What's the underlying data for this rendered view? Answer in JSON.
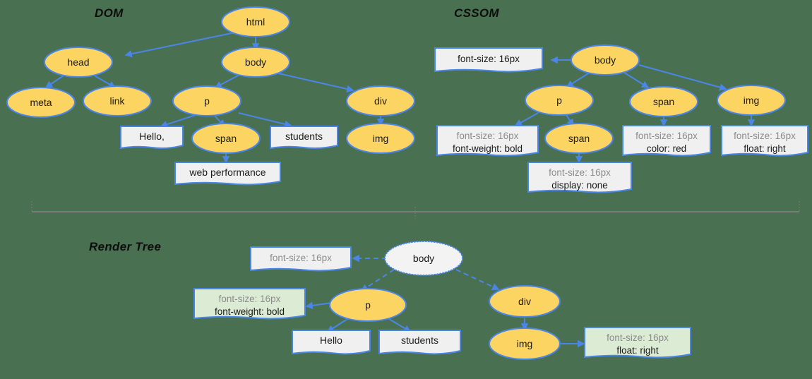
{
  "page": {
    "background_color": "#4a7052",
    "accent_blue": "#4a86e8",
    "node_yellow": "#fcd462",
    "box_gray": "#f0f0f0",
    "box_green": "#dcebd4",
    "inherited_text_color": "#8c8c8c",
    "own_text_color": "#1a1a1a",
    "divider_color": "#7b7b7b"
  },
  "sections": {
    "dom": {
      "title": "DOM",
      "nodes": [
        {
          "id": "html",
          "label": "html"
        },
        {
          "id": "head",
          "label": "head"
        },
        {
          "id": "body",
          "label": "body"
        },
        {
          "id": "meta",
          "label": "meta"
        },
        {
          "id": "link",
          "label": "link"
        },
        {
          "id": "p",
          "label": "p"
        },
        {
          "id": "div",
          "label": "div"
        },
        {
          "id": "span",
          "label": "span"
        },
        {
          "id": "img",
          "label": "img"
        }
      ],
      "text_boxes": [
        {
          "id": "hello",
          "label": "Hello,"
        },
        {
          "id": "students",
          "label": "students"
        },
        {
          "id": "webperf",
          "label": "web performance"
        }
      ],
      "edges": [
        [
          "html",
          "head"
        ],
        [
          "html",
          "body"
        ],
        [
          "head",
          "meta"
        ],
        [
          "head",
          "link"
        ],
        [
          "body",
          "p"
        ],
        [
          "body",
          "div"
        ],
        [
          "p",
          "hello"
        ],
        [
          "p",
          "span"
        ],
        [
          "p",
          "students"
        ],
        [
          "span",
          "webperf"
        ],
        [
          "div",
          "img"
        ]
      ]
    },
    "cssom": {
      "title": "CSSOM",
      "nodes": [
        {
          "id": "body",
          "label": "body"
        },
        {
          "id": "p",
          "label": "p"
        },
        {
          "id": "span1",
          "label": "span"
        },
        {
          "id": "img",
          "label": "img"
        },
        {
          "id": "span2",
          "label": "span"
        }
      ],
      "rule_boxes": [
        {
          "id": "r_body",
          "lines": [
            {
              "text": "font-size: 16px",
              "inherited": false
            }
          ]
        },
        {
          "id": "r_p",
          "lines": [
            {
              "text": "font-size: 16px",
              "inherited": true
            },
            {
              "text": "font-weight: bold",
              "inherited": false
            }
          ]
        },
        {
          "id": "r_span2",
          "lines": [
            {
              "text": "font-size: 16px",
              "inherited": true
            },
            {
              "text": "display: none",
              "inherited": false
            }
          ]
        },
        {
          "id": "r_span1",
          "lines": [
            {
              "text": "font-size: 16px",
              "inherited": true
            },
            {
              "text": "color: red",
              "inherited": false
            }
          ]
        },
        {
          "id": "r_img",
          "lines": [
            {
              "text": "font-size: 16px",
              "inherited": true
            },
            {
              "text": "float: right",
              "inherited": false
            }
          ]
        }
      ],
      "edges": [
        [
          "body",
          "r_body"
        ],
        [
          "body",
          "p"
        ],
        [
          "body",
          "span1"
        ],
        [
          "body",
          "img"
        ],
        [
          "p",
          "r_p"
        ],
        [
          "p",
          "span2"
        ],
        [
          "span2",
          "r_span2"
        ],
        [
          "span1",
          "r_span1"
        ],
        [
          "img",
          "r_img"
        ]
      ]
    },
    "render_tree": {
      "title": "Render Tree",
      "nodes": [
        {
          "id": "body",
          "label": "body",
          "style": "ghost"
        },
        {
          "id": "p",
          "label": "p",
          "style": "solid"
        },
        {
          "id": "div",
          "label": "div",
          "style": "solid"
        },
        {
          "id": "img",
          "label": "img",
          "style": "solid"
        }
      ],
      "text_boxes": [
        {
          "id": "hello",
          "label": "Hello"
        },
        {
          "id": "students",
          "label": "students"
        }
      ],
      "rule_boxes": [
        {
          "id": "r_body",
          "fill": "gray",
          "lines": [
            {
              "text": "font-size: 16px",
              "inherited": true
            }
          ]
        },
        {
          "id": "r_p",
          "fill": "green",
          "lines": [
            {
              "text": "font-size: 16px",
              "inherited": true
            },
            {
              "text": "font-weight: bold",
              "inherited": false
            }
          ]
        },
        {
          "id": "r_img",
          "fill": "green",
          "lines": [
            {
              "text": "font-size: 16px",
              "inherited": true
            },
            {
              "text": "float: right",
              "inherited": false
            }
          ]
        }
      ],
      "edges": [
        [
          "body",
          "r_body"
        ],
        [
          "body",
          "p"
        ],
        [
          "body",
          "div"
        ],
        [
          "p",
          "r_p"
        ],
        [
          "p",
          "hello"
        ],
        [
          "p",
          "students"
        ],
        [
          "div",
          "img"
        ],
        [
          "img",
          "r_img"
        ]
      ]
    }
  }
}
